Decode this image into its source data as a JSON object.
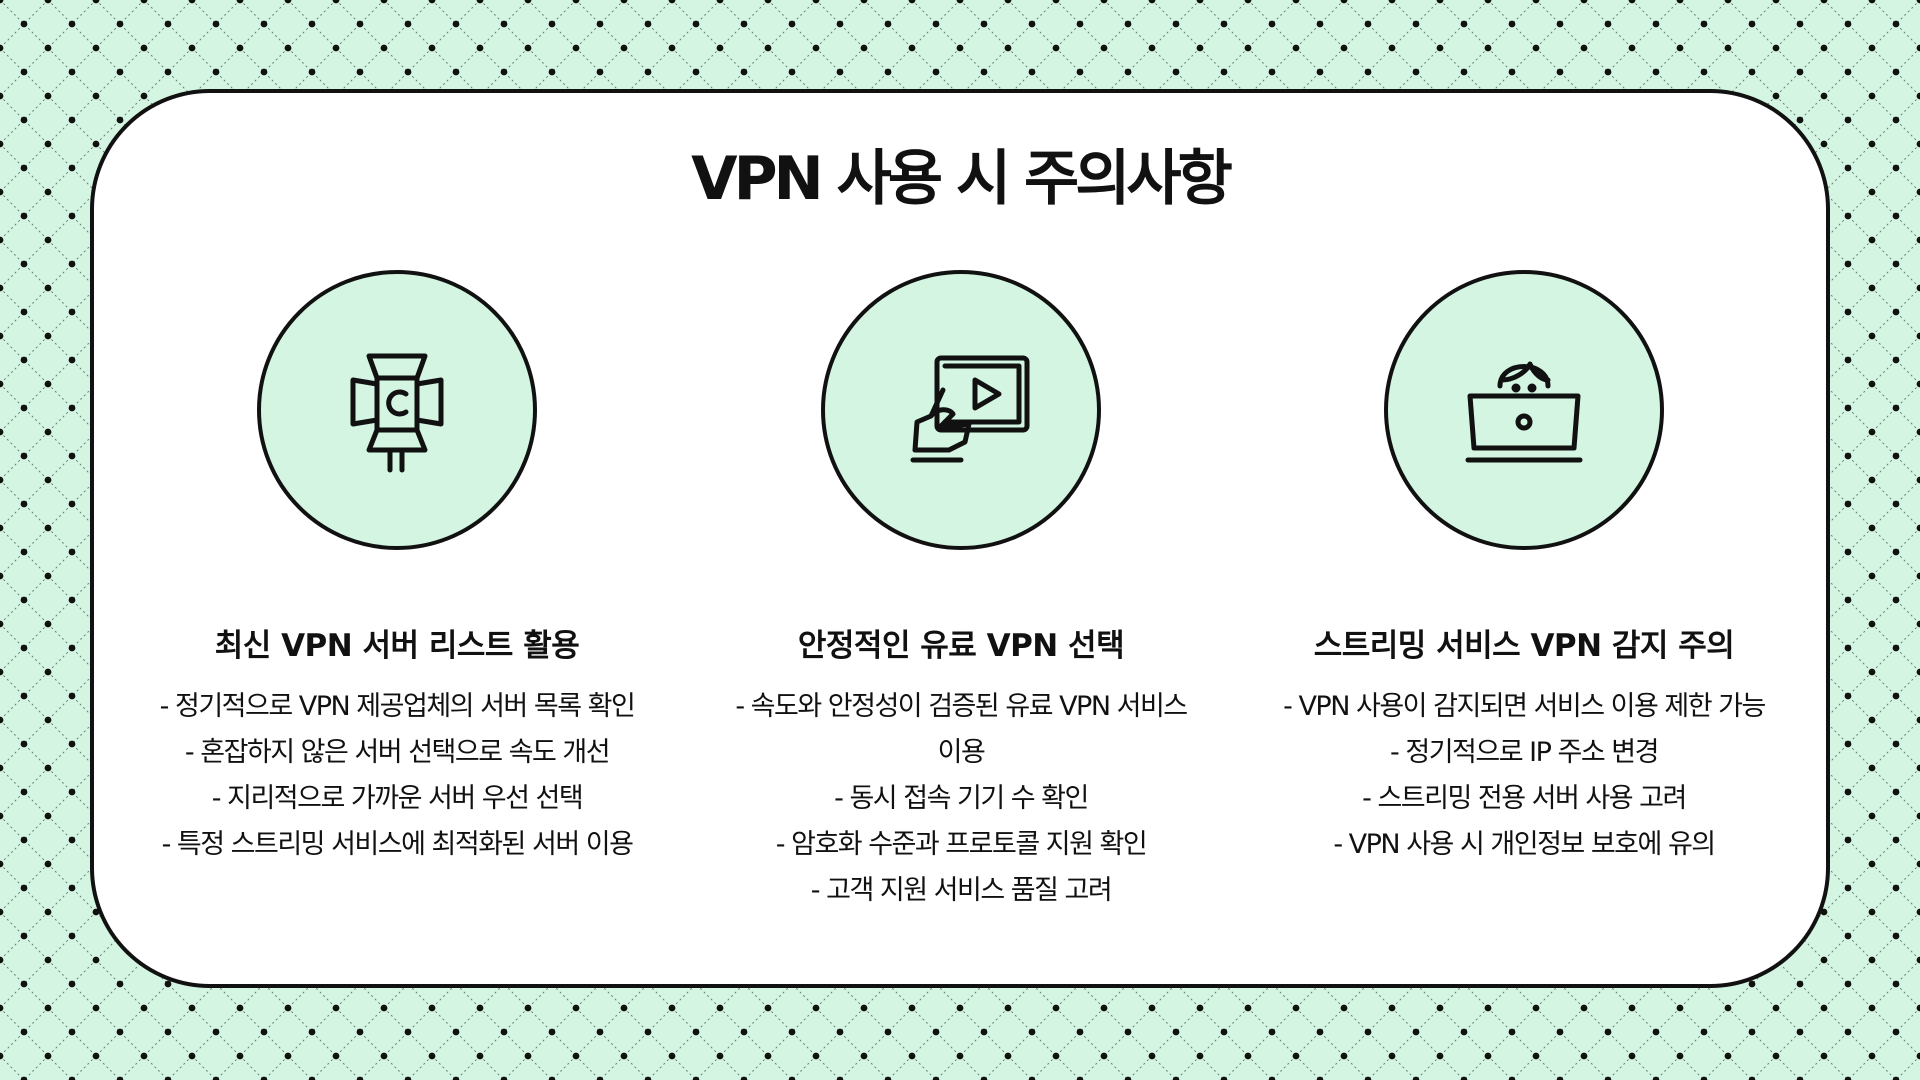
{
  "title": "VPN 사용 시 주의사항",
  "colors": {
    "background": "#d3f5e2",
    "card": "#ffffff",
    "ink": "#111111",
    "icon_circle": "#d3f5e2"
  },
  "columns": [
    {
      "icon": "stage-spotlight-icon",
      "heading": "최신 VPN 서버 리스트 활용",
      "items": [
        "- 정기적으로 VPN 제공업체의 서버 목록 확인",
        "- 혼잡하지 않은 서버 선택으로 속도 개선",
        "- 지리적으로 가까운 서버 우선 선택",
        "- 특정 스트리밍 서비스에 최적화된 서버 이용"
      ]
    },
    {
      "icon": "hand-holding-video-tablet-icon",
      "heading": "안정적인 유료 VPN 선택",
      "items": [
        "- 속도와 안정성이 검증된 유료 VPN 서비스 이용",
        "- 동시 접속 기기 수 확인",
        "- 암호화 수준과 프로토콜 지원 확인",
        "- 고객 지원 서비스 품질 고려"
      ]
    },
    {
      "icon": "person-at-laptop-icon",
      "heading": "스트리밍 서비스 VPN 감지 주의",
      "items": [
        "- VPN 사용이 감지되면 서비스 이용 제한 가능",
        "- 정기적으로 IP 주소 변경",
        "- 스트리밍 전용 서버 사용 고려",
        "- VPN 사용 시 개인정보 보호에 유의"
      ]
    }
  ]
}
